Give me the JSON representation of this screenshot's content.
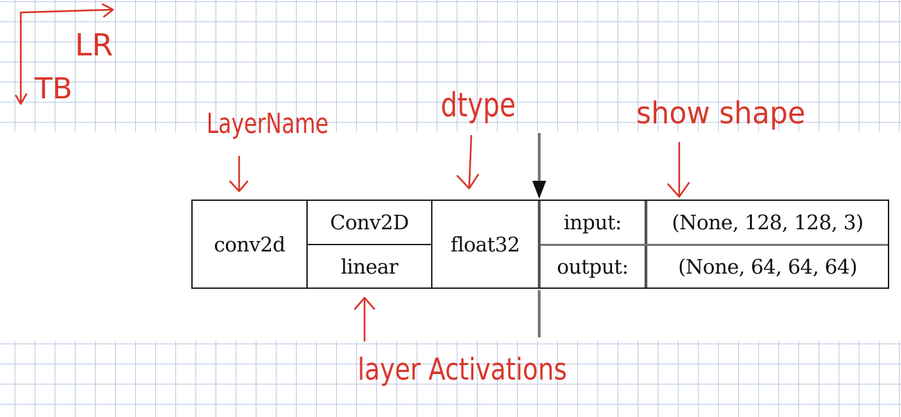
{
  "layer": {
    "name": "conv2d",
    "class_name": "Conv2D",
    "activation": "linear",
    "dtype": "float32",
    "input_label": "input:",
    "output_label": "output:",
    "input_shape": "(None, 128, 128, 3)",
    "output_shape": "(None, 64, 64, 64)"
  },
  "annotations": {
    "direction_lr": "LR",
    "direction_tb": "TB",
    "layer_name": "LayerName",
    "dtype": "dtype",
    "show_shape": "show shape",
    "layer_activations": "layer Activations"
  },
  "colors": {
    "annotation_ink": "#d9362b",
    "grid": "#b9c9e4",
    "box_border": "#222222"
  }
}
